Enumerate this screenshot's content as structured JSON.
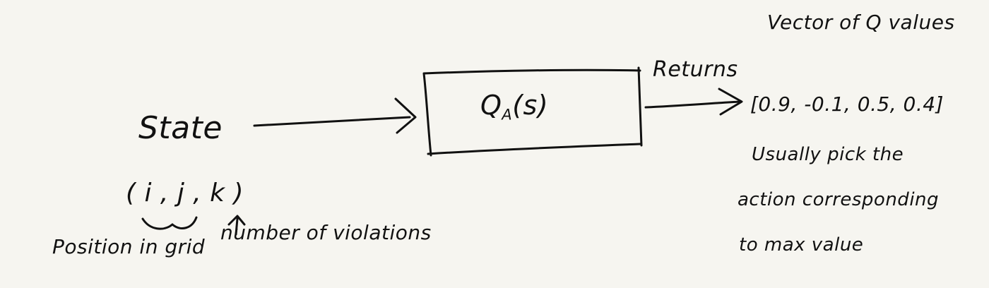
{
  "diagram": {
    "input": {
      "label": "State",
      "tuple": "( i , j , k )",
      "position_note": "Position in grid",
      "violations_note": "number of violations"
    },
    "function": {
      "symbol": "Q",
      "subscript": "A",
      "argument": "(s)"
    },
    "edge": {
      "label": "Returns"
    },
    "output": {
      "title": "Vector of Q values",
      "values": "[0.9, -0.1, 0.5, 0.4]",
      "note_line1": "Usually pick the",
      "note_line2": "action corresponding",
      "note_line3": "to max value"
    }
  }
}
